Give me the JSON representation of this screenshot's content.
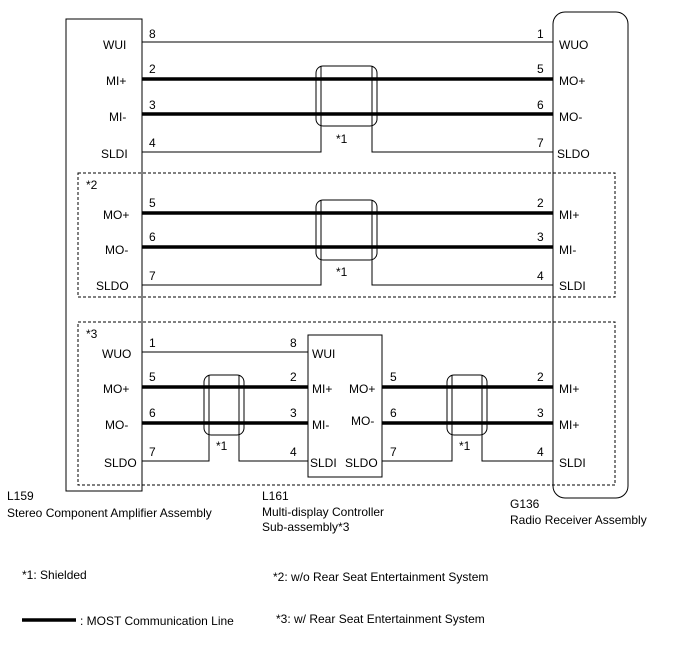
{
  "components": {
    "amplifier": {
      "id": "L159",
      "name": "Stereo Component Amplifier Assembly"
    },
    "controller": {
      "id": "L161",
      "name_line1": "Multi-display Controller",
      "name_line2": "Sub-assembly*3"
    },
    "receiver": {
      "id": "G136",
      "name": "Radio Receiver Assembly"
    }
  },
  "sections": {
    "top": {
      "wires": [
        {
          "left_signal": "WUI",
          "left_pin": "8",
          "right_pin": "1",
          "right_signal": "WUO",
          "type": "thin"
        },
        {
          "left_signal": "MI+",
          "left_pin": "2",
          "right_pin": "5",
          "right_signal": "MO+",
          "type": "most"
        },
        {
          "left_signal": "MI-",
          "left_pin": "3",
          "right_pin": "6",
          "right_signal": "MO-",
          "type": "most"
        },
        {
          "left_signal": "SLDI",
          "left_pin": "4",
          "right_pin": "7",
          "right_signal": "SLDO",
          "type": "shield"
        }
      ],
      "shield_label": "*1"
    },
    "without_rse": {
      "tag": "*2",
      "wires": [
        {
          "left_signal": "MO+",
          "left_pin": "5",
          "right_pin": "2",
          "right_signal": "MI+",
          "type": "most"
        },
        {
          "left_signal": "MO-",
          "left_pin": "6",
          "right_pin": "3",
          "right_signal": "MI-",
          "type": "most"
        },
        {
          "left_signal": "SLDO",
          "left_pin": "7",
          "right_pin": "4",
          "right_signal": "SLDI",
          "type": "shield"
        }
      ],
      "shield_label": "*1"
    },
    "with_rse": {
      "tag": "*3",
      "left_wires": [
        {
          "left_signal": "WUO",
          "left_pin": "1",
          "right_pin": "8",
          "right_signal": "WUI",
          "type": "thin"
        },
        {
          "left_signal": "MO+",
          "left_pin": "5",
          "right_pin": "2",
          "right_signal": "MI+",
          "type": "most"
        },
        {
          "left_signal": "MO-",
          "left_pin": "6",
          "right_pin": "3",
          "right_signal": "MI-",
          "type": "most"
        },
        {
          "left_signal": "SLDO",
          "left_pin": "7",
          "right_pin": "4",
          "right_signal": "SLDI",
          "type": "shield"
        }
      ],
      "right_wires": [
        {
          "left_signal": "MO+",
          "left_pin": "5",
          "right_pin": "2",
          "right_signal": "MI+",
          "type": "most"
        },
        {
          "left_signal": "MO-",
          "left_pin": "6",
          "right_pin": "3",
          "right_signal": "MI+",
          "type": "most"
        },
        {
          "left_signal": "SLDO",
          "left_pin": "7",
          "right_pin": "4",
          "right_signal": "SLDI",
          "type": "shield"
        }
      ],
      "shield_label_left": "*1",
      "shield_label_right": "*1"
    }
  },
  "legend": {
    "shielded": "*1: Shielded",
    "most_line": ": MOST Communication Line",
    "without_rse": "*2: w/o Rear Seat Entertainment System",
    "with_rse": "*3: w/ Rear Seat Entertainment System"
  }
}
